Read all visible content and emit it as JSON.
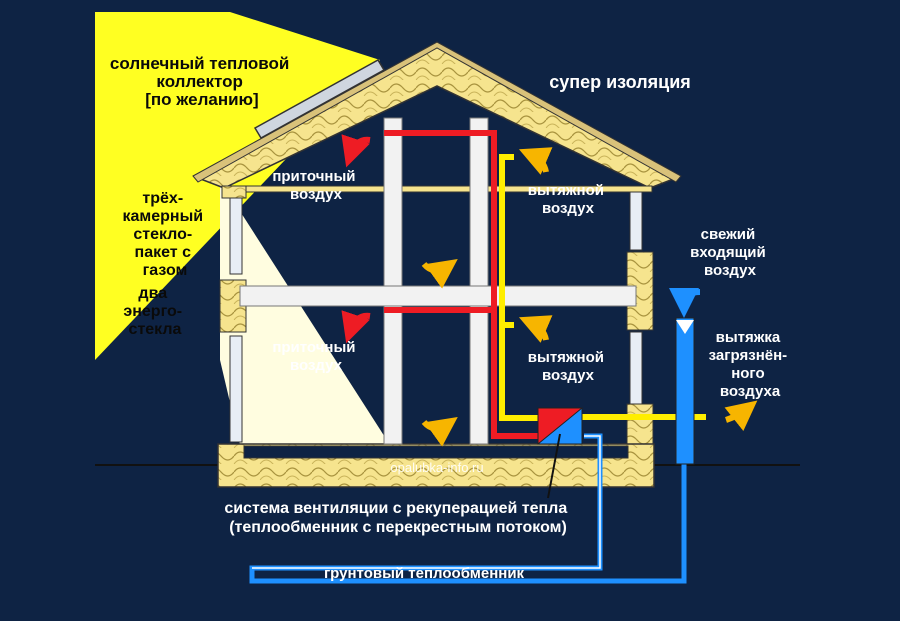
{
  "colors": {
    "background": "#0e2344",
    "sunlight": "#ffff22",
    "insulation": "#f6e48e",
    "supply_duct": "#ee1c24",
    "exhaust_duct": "#ffee00",
    "ground_duct": "#1e90ff",
    "wall_duct": "#f2f2f2",
    "arrow": "#f7b500"
  },
  "labels": {
    "solar_collector": [
      "солнечный тепловой",
      "коллектор",
      "[по желанию]"
    ],
    "super_insulation": "супер изоляция",
    "triple_glazing": [
      "трёх-",
      "камерный",
      "стекло-",
      "пакет с",
      "газом"
    ],
    "energy_glass": [
      "два",
      "энерго-",
      "стекла"
    ],
    "supply_air_top": [
      "приточный",
      "воздух"
    ],
    "exhaust_air_top": [
      "вытяжной",
      "воздух"
    ],
    "supply_air_bottom": [
      "приточный",
      "воздух"
    ],
    "exhaust_air_bottom": [
      "вытяжной",
      "воздух"
    ],
    "fresh_air": [
      "свежий",
      "входящий",
      "воздух"
    ],
    "polluted_air": [
      "вытяжка",
      "загрязнён-",
      "ного",
      "воздуха"
    ],
    "watermark": "opalubka-info.ru",
    "ventilation_system": [
      "система вентиляции с рекуперацией тепла",
      "(теплообменник с перекрестным потоком)"
    ],
    "ground_exchanger": "грунтовый теплообменник"
  }
}
